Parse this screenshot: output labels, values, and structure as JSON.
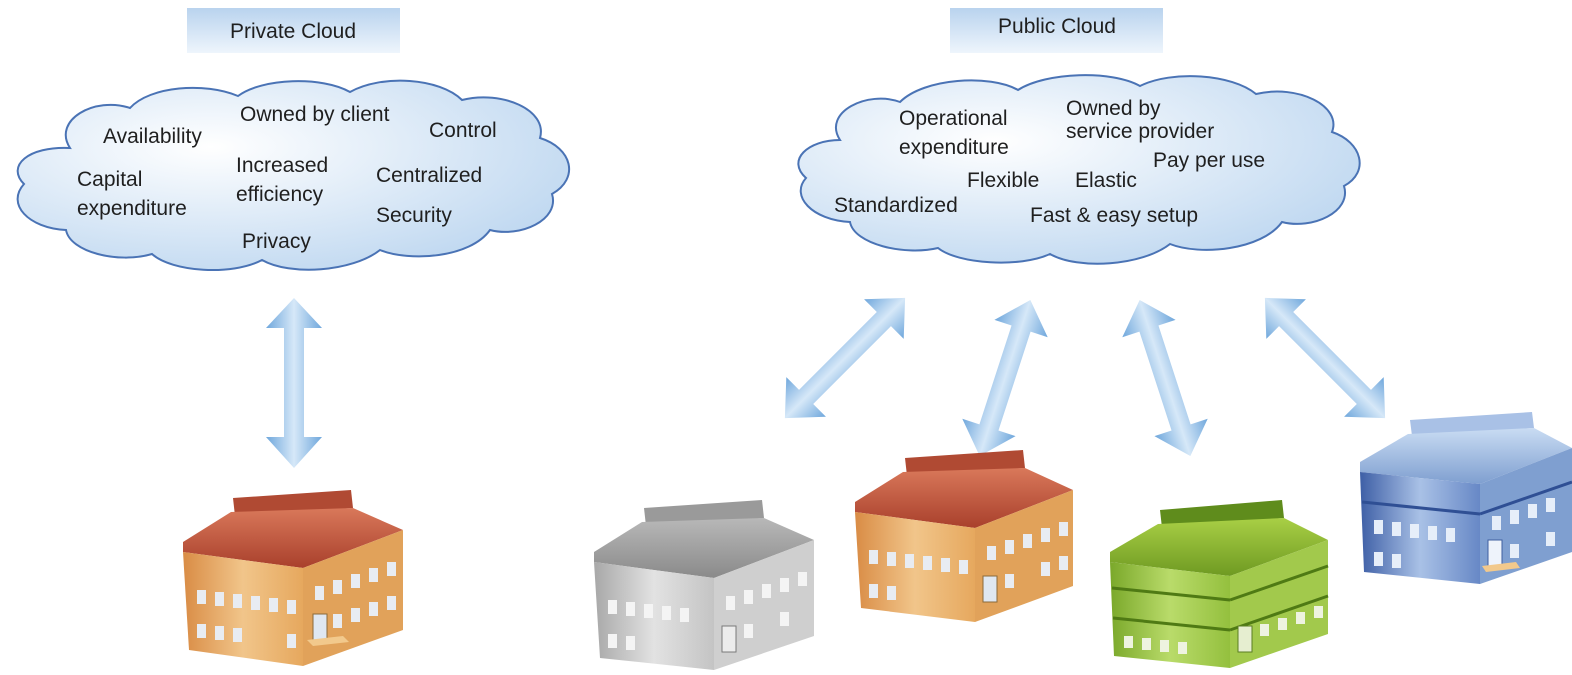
{
  "private_cloud": {
    "title": "Private Cloud",
    "attributes": {
      "availability": "Availability",
      "owned_by_client": "Owned by client",
      "control": "Control",
      "capital_1": "Capital",
      "capital_2": "expenditure",
      "increased_1": "Increased",
      "increased_2": "efficiency",
      "centralized": "Centralized",
      "security": "Security",
      "privacy": "Privacy"
    }
  },
  "public_cloud": {
    "title": "Public Cloud",
    "attributes": {
      "operational_1": "Operational",
      "operational_2": "expenditure",
      "owned_by_1": "Owned by",
      "owned_by_2": "service provider",
      "pay_per_use": "Pay per use",
      "flexible": "Flexible",
      "elastic": "Elastic",
      "standardized": "Standardized",
      "fast_setup": "Fast & easy setup"
    }
  },
  "colors": {
    "title_box": "#c9ddf2",
    "cloud_fill": "#dce9f6",
    "cloud_stroke": "#4a73b5",
    "arrow": "#8fbde6",
    "building_orange": "#e3a55f",
    "building_gray": "#c6c6c6",
    "building_green": "#97bf3e",
    "building_blue": "#5d7fbe",
    "roof_red": "#c4553c"
  }
}
